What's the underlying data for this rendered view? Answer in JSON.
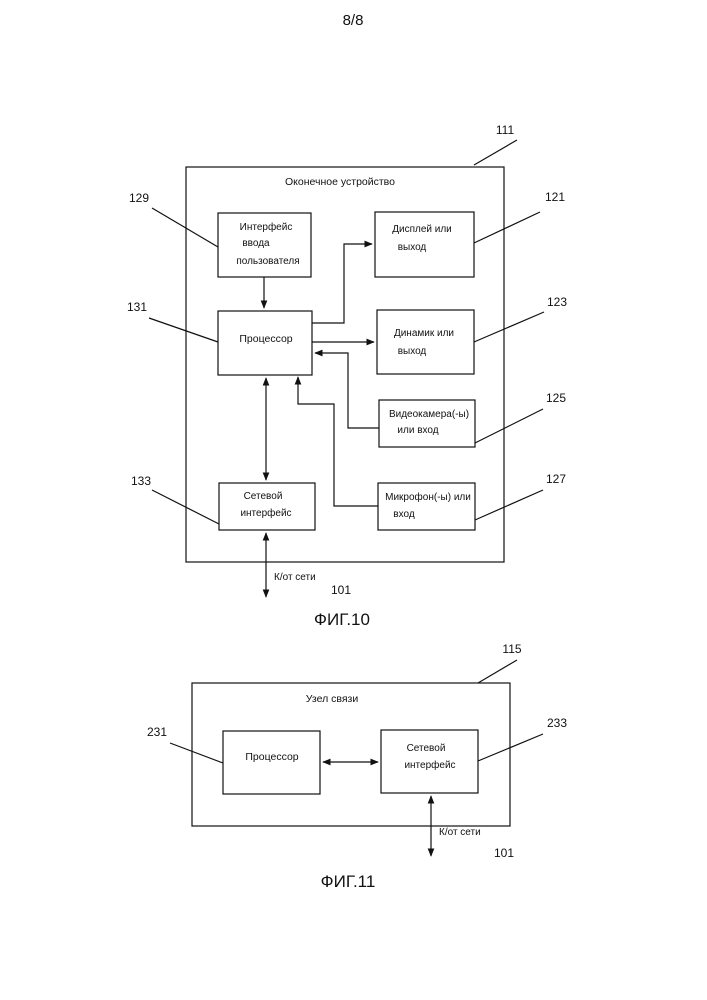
{
  "page_number": "8/8",
  "fig10": {
    "caption": "ФИГ.10",
    "device": {
      "ref": "111",
      "title": "Оконечное устройство"
    },
    "user_input": {
      "ref": "129",
      "line1": "Интерфейс",
      "line2": "ввода",
      "line3": "пользователя"
    },
    "processor": {
      "ref": "131",
      "label": "Процессор"
    },
    "network_interface": {
      "ref": "133",
      "line1": "Сетевой",
      "line2": "интерфейс"
    },
    "display": {
      "ref": "121",
      "line1": "Дисплей или",
      "line2": "выход"
    },
    "speaker": {
      "ref": "123",
      "line1": "Динамик или",
      "line2": "выход"
    },
    "camera": {
      "ref": "125",
      "line1": "Видеокамера(-ы)",
      "line2": "или вход"
    },
    "microphone": {
      "ref": "127",
      "line1": "Микрофон(-ы) или",
      "line2": "вход"
    },
    "network": {
      "label": "К/от сети",
      "ref": "101"
    }
  },
  "fig11": {
    "caption": "ФИГ.11",
    "node": {
      "ref": "115",
      "title": "Узел связи"
    },
    "processor": {
      "ref": "231",
      "label": "Процессор"
    },
    "network_interface": {
      "ref": "233",
      "line1": "Сетевой",
      "line2": "интерфейс"
    },
    "network": {
      "label": "К/от сети",
      "ref": "101"
    }
  }
}
